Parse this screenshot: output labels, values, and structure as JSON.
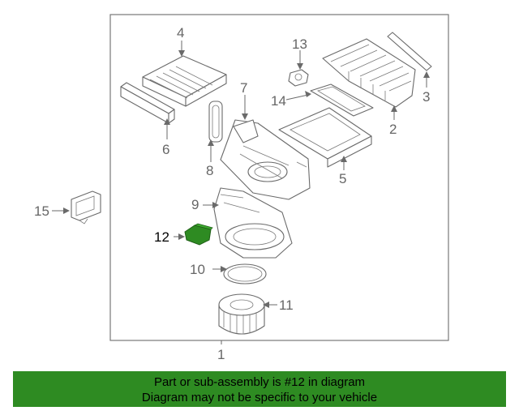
{
  "diagram": {
    "callouts": {
      "c1": "1",
      "c2": "2",
      "c3": "3",
      "c4": "4",
      "c5": "5",
      "c6": "6",
      "c7": "7",
      "c8": "8",
      "c9": "9",
      "c10": "10",
      "c11": "11",
      "c12": "12",
      "c13": "13",
      "c14": "14",
      "c15": "15"
    },
    "highlighted_part": "12",
    "highlight_color": "#2e8b22"
  },
  "banner": {
    "line1": "Part or sub-assembly is #12 in diagram",
    "line2": "Diagram may not be specific to your vehicle",
    "background": "#2e8b22"
  }
}
